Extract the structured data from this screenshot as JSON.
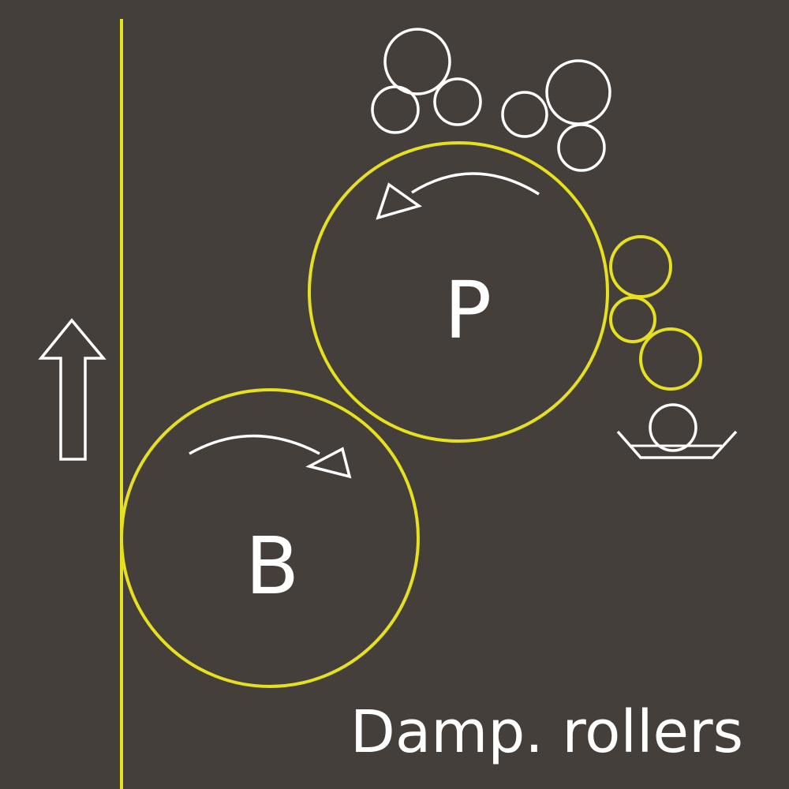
{
  "labels": {
    "plate_cylinder": "P",
    "blanket_cylinder": "B",
    "caption": "Damp. rollers"
  },
  "colors": {
    "background": "#453f3c",
    "yellow": "#e6e01e",
    "white": "#ffffff"
  }
}
